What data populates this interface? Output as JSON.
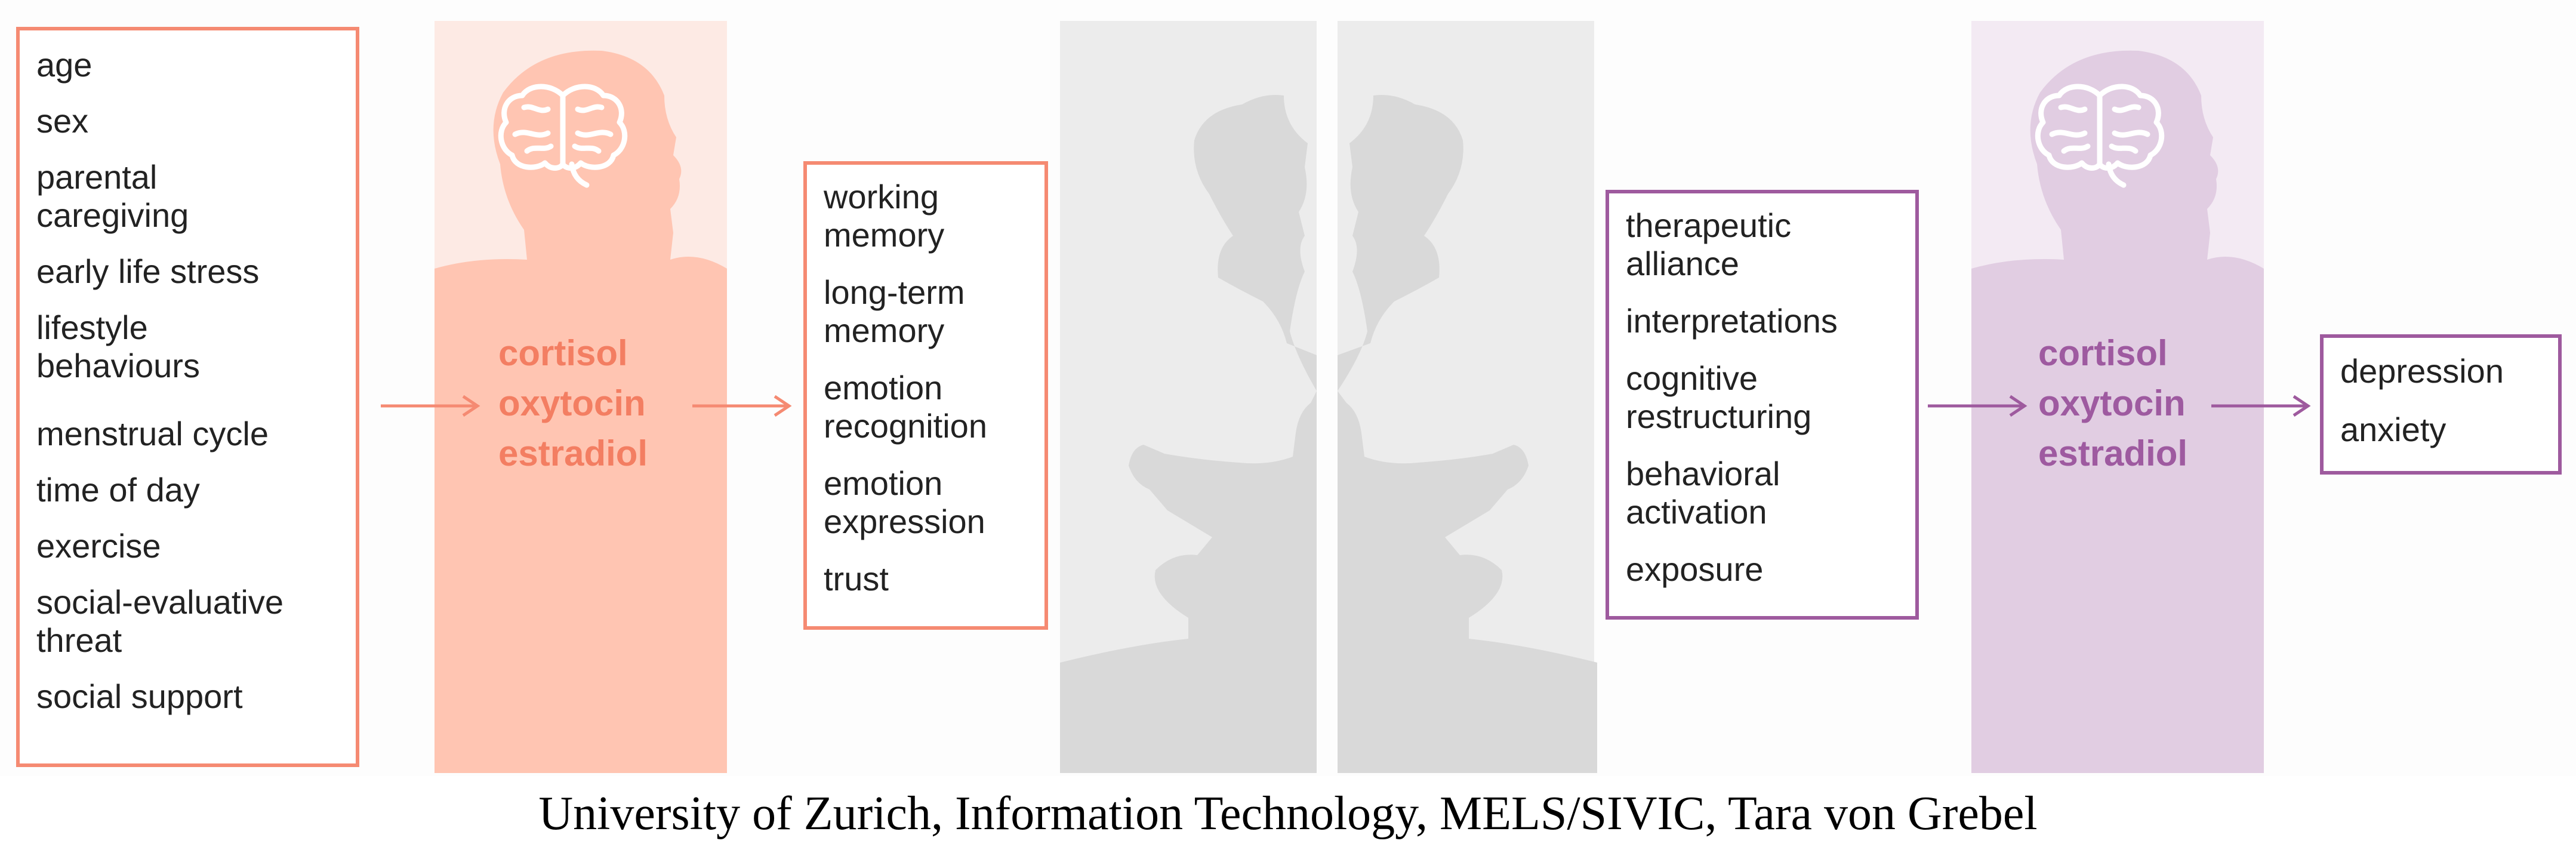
{
  "colors": {
    "coral_accent": "#f58a72",
    "coral_fill": "#ffc5b2",
    "coral_light": "#fdeae4",
    "coral_text": "#f37e62",
    "purple_accent": "#9e5a9e",
    "purple_fill": "#e1cde2",
    "purple_light": "#f3eaf3",
    "purple_text": "#9e5aa0",
    "grey_silhouette": "#d9d9d9",
    "grey_panel": "#ececec"
  },
  "factors": {
    "items": [
      "age",
      "sex",
      "parental\ncaregiving",
      "early life stress",
      "lifestyle\nbehaviours",
      "menstrual cycle",
      "time of day",
      "exercise",
      "social-evaluative\nthreat",
      "social support"
    ]
  },
  "left_hormones": {
    "items": [
      "cortisol",
      "oxytocin",
      "estradiol"
    ]
  },
  "functions": {
    "items": [
      "working\nmemory",
      "long-term\nmemory",
      "emotion\nrecognition",
      "emotion\nexpression",
      "trust"
    ]
  },
  "therapy": {
    "items": [
      "therapeutic\nalliance",
      "interpretations",
      "cognitive\nrestructuring",
      "behavioral\nactivation",
      "exposure"
    ]
  },
  "right_hormones": {
    "items": [
      "cortisol",
      "oxytocin",
      "estradiol"
    ]
  },
  "outcomes": {
    "items": [
      "depression",
      "anxiety"
    ]
  },
  "icons": {
    "left_head": "head-silhouette-icon",
    "left_brain": "brain-icon",
    "right_head": "head-silhouette-icon",
    "right_brain": "brain-icon",
    "center": "face-to-face-silhouette-icon",
    "arrow": "arrow-right-icon"
  },
  "caption": "University of Zurich, Information Technology, MELS/SIVIC, Tara von Grebel"
}
